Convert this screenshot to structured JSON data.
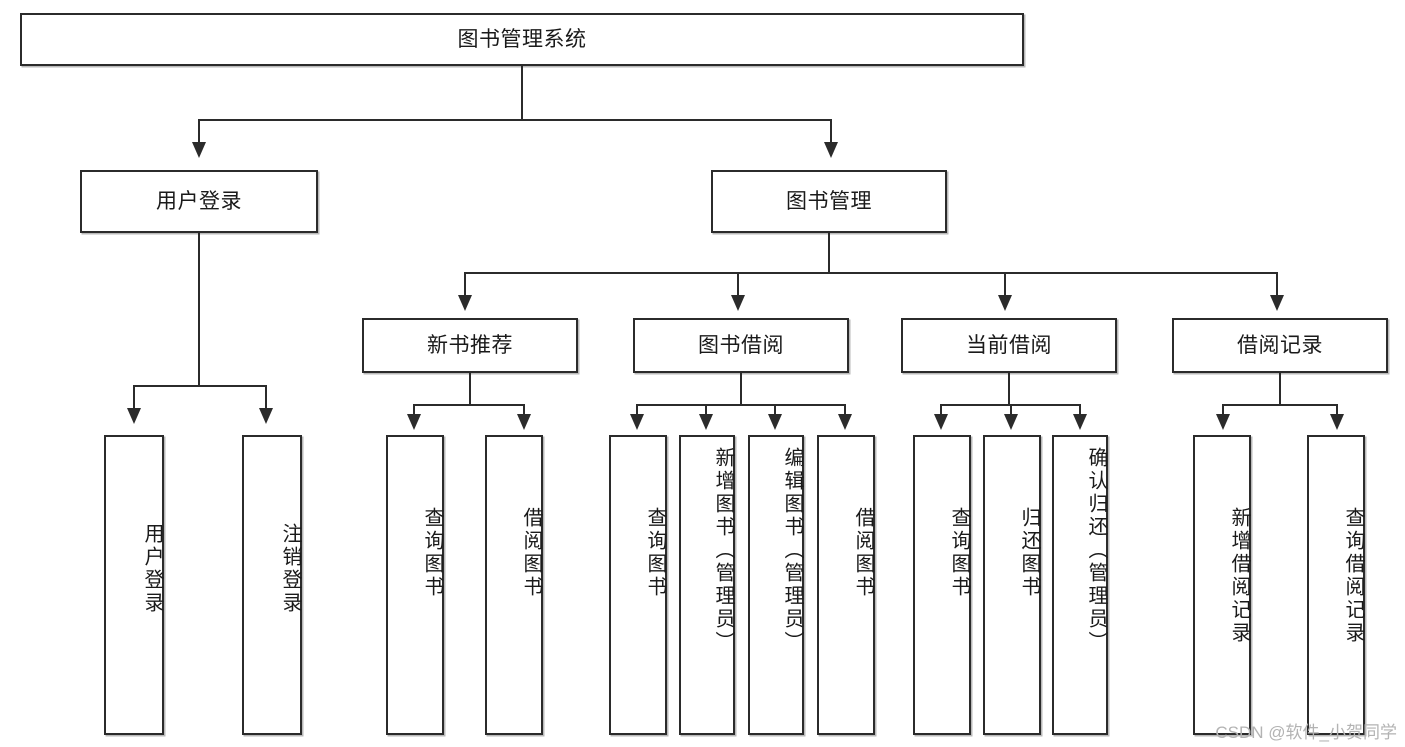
{
  "diagram": {
    "title": "图书管理系统",
    "type": "tree",
    "watermark": "CSDN @软件_小贺同学",
    "colors": {
      "box_border": "#2b2b2b",
      "box_fill": "#ffffff",
      "connector": "#2b2b2b",
      "background": "#ffffff",
      "watermark": "#b3b3b3"
    },
    "root": {
      "label": "图书管理系统"
    },
    "level2": [
      {
        "label": "用户登录"
      },
      {
        "label": "图书管理"
      }
    ],
    "level3": [
      {
        "label": "新书推荐"
      },
      {
        "label": "图书借阅"
      },
      {
        "label": "当前借阅"
      },
      {
        "label": "借阅记录"
      }
    ],
    "leaves": {
      "user_login": [
        {
          "label": "用户登录"
        },
        {
          "label": "注销登录"
        }
      ],
      "new_book": [
        {
          "label": "查询图书"
        },
        {
          "label": "借阅图书"
        }
      ],
      "book_borrow": [
        {
          "label": "查询图书"
        },
        {
          "label": "新增图书（管理员）"
        },
        {
          "label": "编辑图书（管理员）"
        },
        {
          "label": "借阅图书"
        }
      ],
      "current_borrow": [
        {
          "label": "查询图书"
        },
        {
          "label": "归还图书"
        },
        {
          "label": "确认归还（管理员）"
        }
      ],
      "borrow_record": [
        {
          "label": "新增借阅记录"
        },
        {
          "label": "查询借阅记录"
        }
      ]
    }
  }
}
